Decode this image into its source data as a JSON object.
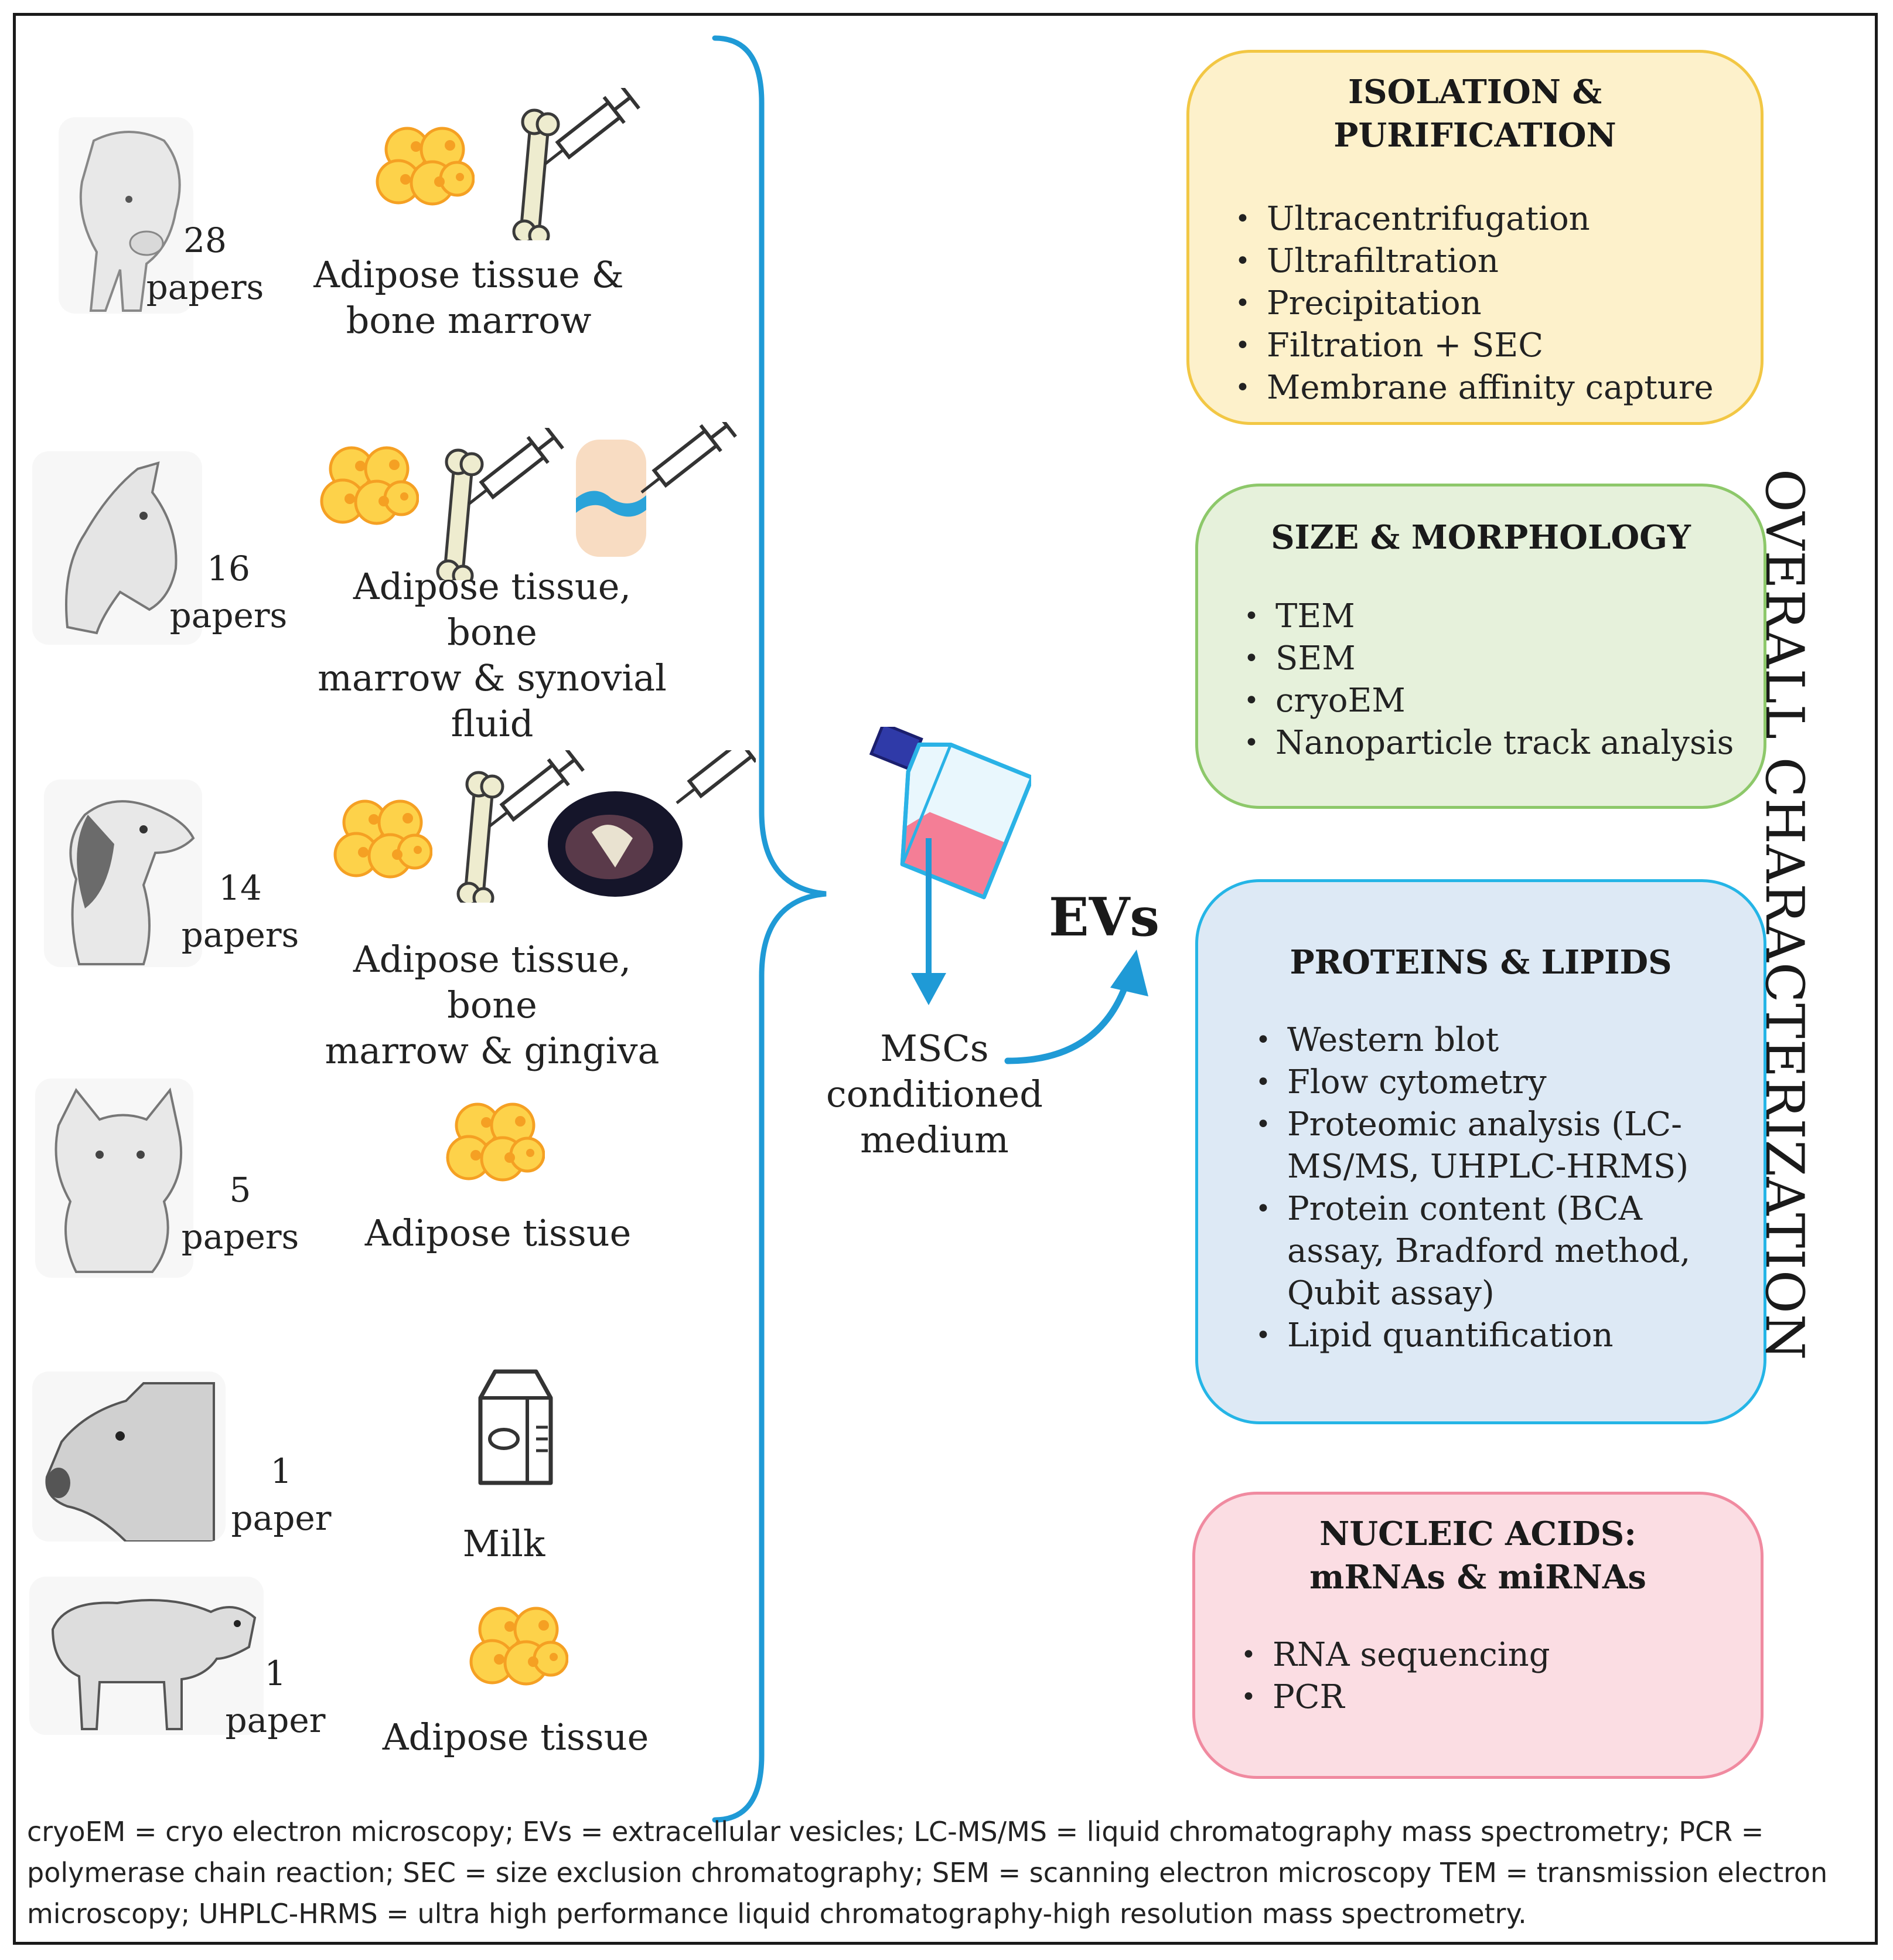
{
  "colors": {
    "accent_blue": "#1f9ad6",
    "isolation_fill": "#fdf1cb",
    "isolation_border": "#f2c744",
    "size_fill": "#e6f1db",
    "size_border": "#8dc86a",
    "proteins_fill": "#dde9f5",
    "proteins_border": "#25b5e6",
    "nucleic_fill": "#fbdde3",
    "nucleic_border": "#f08aa0",
    "adipose_orange": "#f5a023",
    "adipose_yellow": "#fdd24a"
  },
  "sources": [
    {
      "animal_icon": "pig-drawing",
      "count": "28",
      "unit": "papers",
      "tissue_lines": [
        "Adipose tissue &",
        "bone marrow"
      ],
      "icons": [
        "adipose-icon",
        "bone-syringe-icon"
      ]
    },
    {
      "animal_icon": "horse-drawing",
      "count": "16",
      "unit": "papers",
      "tissue_lines": [
        "Adipose tissue, bone",
        "marrow & synovial",
        "fluid"
      ],
      "icons": [
        "adipose-icon",
        "bone-syringe-icon",
        "joint-syringe-icon"
      ]
    },
    {
      "animal_icon": "dog-drawing",
      "count": "14",
      "unit": "papers",
      "tissue_lines": [
        "Adipose tissue, bone",
        "marrow & gingiva"
      ],
      "icons": [
        "adipose-icon",
        "bone-syringe-icon",
        "gingiva-syringe-icon"
      ]
    },
    {
      "animal_icon": "cat-drawing",
      "count": "5",
      "unit": "papers",
      "tissue_lines": [
        "Adipose tissue"
      ],
      "icons": [
        "adipose-icon"
      ]
    },
    {
      "animal_icon": "cow-drawing",
      "count": "1",
      "unit": "paper",
      "tissue_lines": [
        "Milk"
      ],
      "icons": [
        "milk-carton-icon"
      ]
    },
    {
      "animal_icon": "sheep-drawing",
      "count": "1",
      "unit": "paper",
      "tissue_lines": [
        "Adipose tissue"
      ],
      "icons": [
        "adipose-icon"
      ]
    }
  ],
  "center": {
    "flask_icon": "culture-flask-icon",
    "medium_lines": [
      "MSCs",
      "conditioned",
      "medium"
    ],
    "evs_label": "EVs"
  },
  "characterization": {
    "vertical_title": "OVERALL CHARACTERIZATION",
    "isolation": {
      "title_lines": [
        "ISOLATION &",
        "PURIFICATION"
      ],
      "items": [
        "Ultracentrifugation",
        "Ultrafiltration",
        "Precipitation",
        "Filtration + SEC",
        "Membrane affinity capture"
      ]
    },
    "size": {
      "title_lines": [
        "SIZE & MORPHOLOGY"
      ],
      "items": [
        "TEM",
        "SEM",
        "cryoEM",
        "Nanoparticle track analysis"
      ]
    },
    "proteins": {
      "title_lines": [
        "PROTEINS & LIPIDS"
      ],
      "items": [
        [
          "Western blot"
        ],
        [
          "Flow cytometry"
        ],
        [
          "Proteomic analysis (LC-",
          "MS/MS, UHPLC-HRMS)"
        ],
        [
          "Protein content (BCA",
          "assay, Bradford method,",
          "Qubit assay)"
        ],
        [
          "Lipid quantification"
        ]
      ]
    },
    "nucleic": {
      "title_lines": [
        "NUCLEIC ACIDS:",
        "mRNAs & miRNAs"
      ],
      "items": [
        "RNA sequencing",
        "PCR"
      ]
    }
  },
  "footnote_lines": [
    "cryoEM = cryo electron microscopy; EVs = extracellular vesicles; LC-MS/MS = liquid chromatography mass spectrometry; PCR =",
    "polymerase chain reaction; SEC = size exclusion chromatography; SEM = scanning electron microscopy TEM = transmission electron",
    "microscopy; UHPLC-HRMS = ultra high performance liquid chromatography-high resolution mass spectrometry."
  ]
}
